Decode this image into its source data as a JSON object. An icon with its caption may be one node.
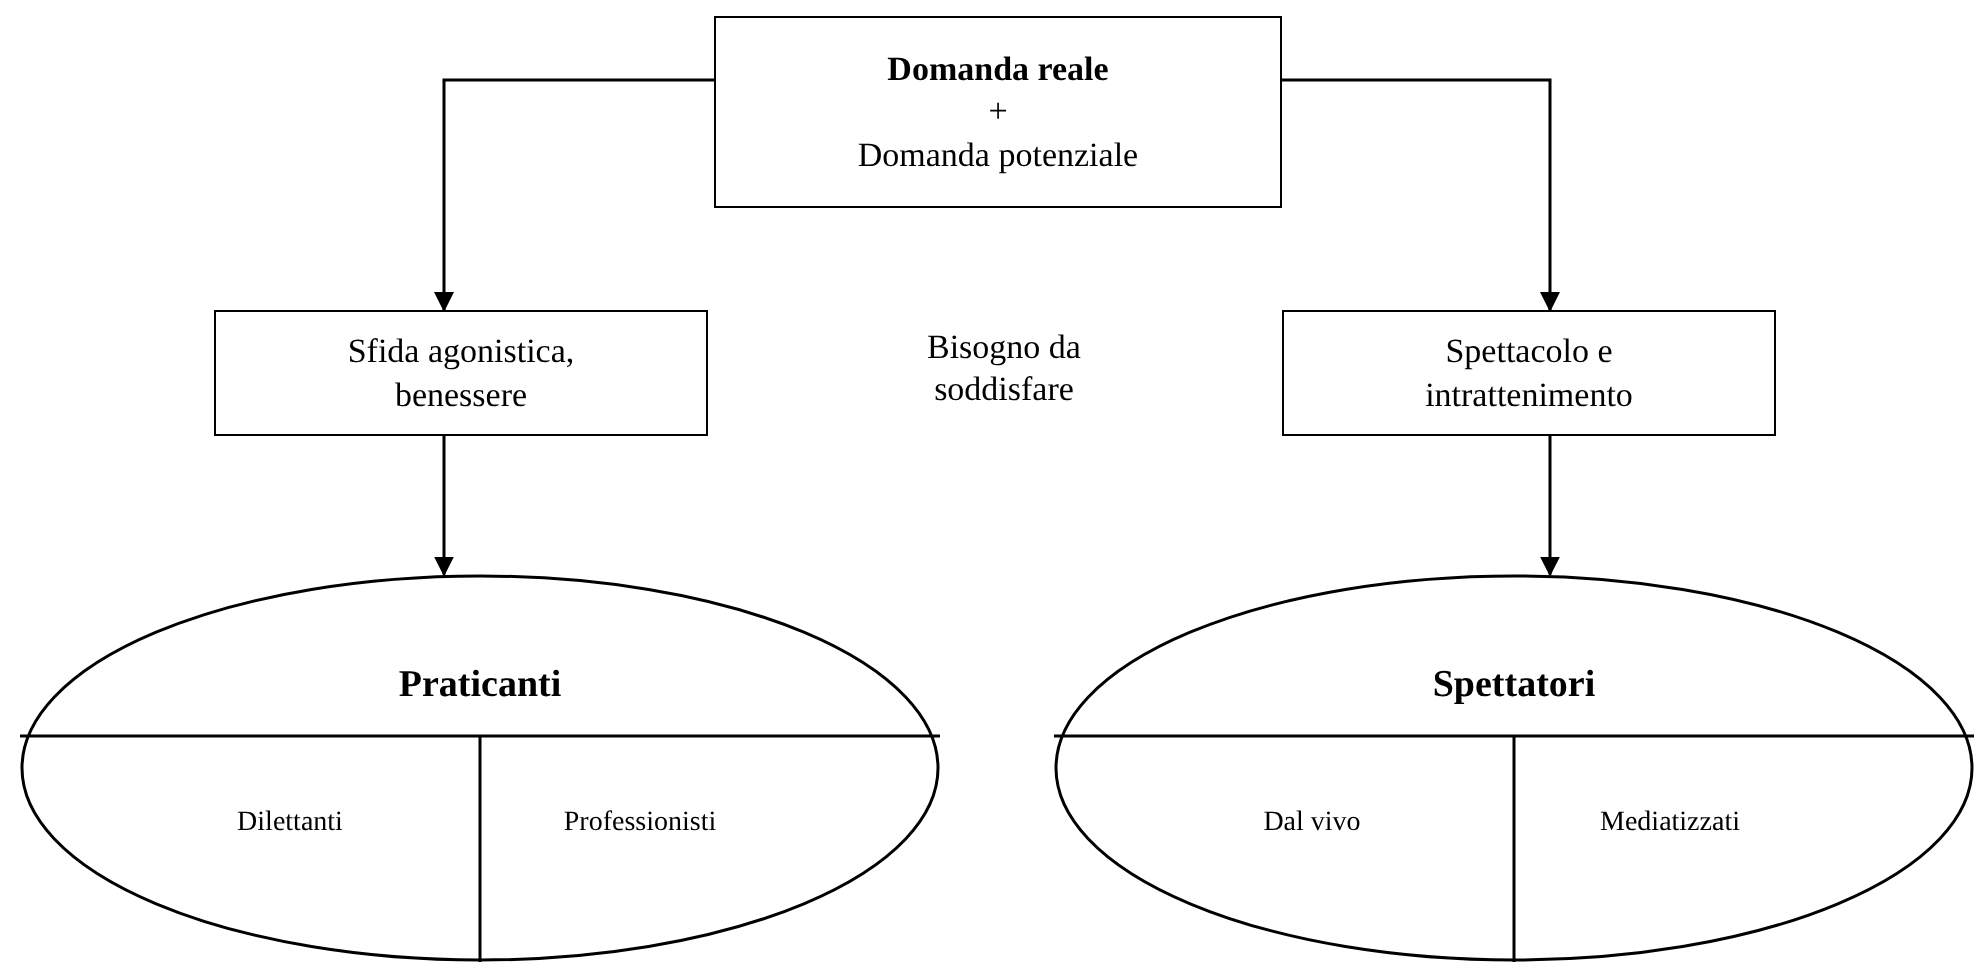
{
  "diagram": {
    "nodes": [
      {
        "text": [
          "Domanda reale",
          "+",
          "Domanda potenziale"
        ]
      },
      {
        "text": [
          "Sfida agonistica, benessere"
        ]
      },
      {
        "text": [
          "Spettacolo e intrattenimento"
        ]
      },
      {
        "text": [
          "Praticanti",
          "Dilettanti",
          "Professionisti"
        ]
      },
      {
        "text": [
          "Spettatori",
          "Dal vivo",
          "Mediatizzati"
        ]
      }
    ],
    "edges": [
      {
        "from": 0,
        "to": 1,
        "arrow": "to"
      },
      {
        "from": 0,
        "to": 2,
        "arrow": "to"
      },
      {
        "from": 1,
        "to": 3,
        "arrow": "to"
      },
      {
        "from": 2,
        "to": 4,
        "arrow": "to"
      }
    ],
    "labels": [
      "Bisogno da soddisfare"
    ]
  }
}
